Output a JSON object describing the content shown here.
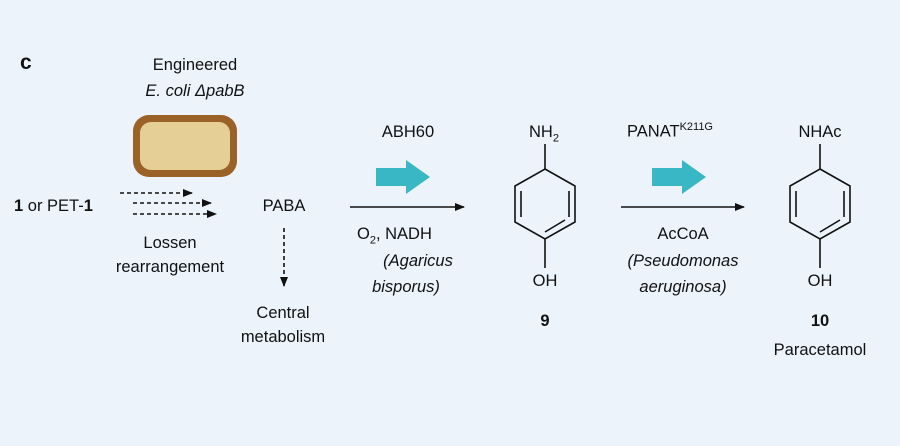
{
  "panel_label": "c",
  "organism": {
    "line1": "Engineered",
    "line2_plain": "E. coli Δ",
    "line2_gene": "pabB"
  },
  "substrate": {
    "prefix_num": "1",
    "middle": " or PET-",
    "suffix_num": "1"
  },
  "lossen": {
    "line1": "Lossen",
    "line2": "rearrangement"
  },
  "paba": "PABA",
  "central": {
    "line1": "Central",
    "line2": "metabolism"
  },
  "step1": {
    "enzyme": "ABH60",
    "cofactor_o": "O",
    "cofactor_sub": "2",
    "cofactor_rest": ", NADH",
    "source_line1": "(Agaricus",
    "source_line2": "bisporus)"
  },
  "compound9": {
    "group_top": "NH",
    "group_top_sub": "2",
    "group_bottom": "OH",
    "number": "9"
  },
  "step2": {
    "enzyme": "PANAT",
    "enzyme_sup": "K211G",
    "cofactor": "AcCoA",
    "source_line1": "(Pseudomonas",
    "source_line2": "aeruginosa)"
  },
  "compound10": {
    "group_top": "NHAc",
    "group_bottom": "OH",
    "number": "10",
    "name": "Paracetamol"
  },
  "colors": {
    "background": "#ecf3fb",
    "cell_fill": "#e6cf97",
    "cell_border": "#9b6228",
    "teal_arrow": "#3ab7c4",
    "ink": "#111111"
  }
}
